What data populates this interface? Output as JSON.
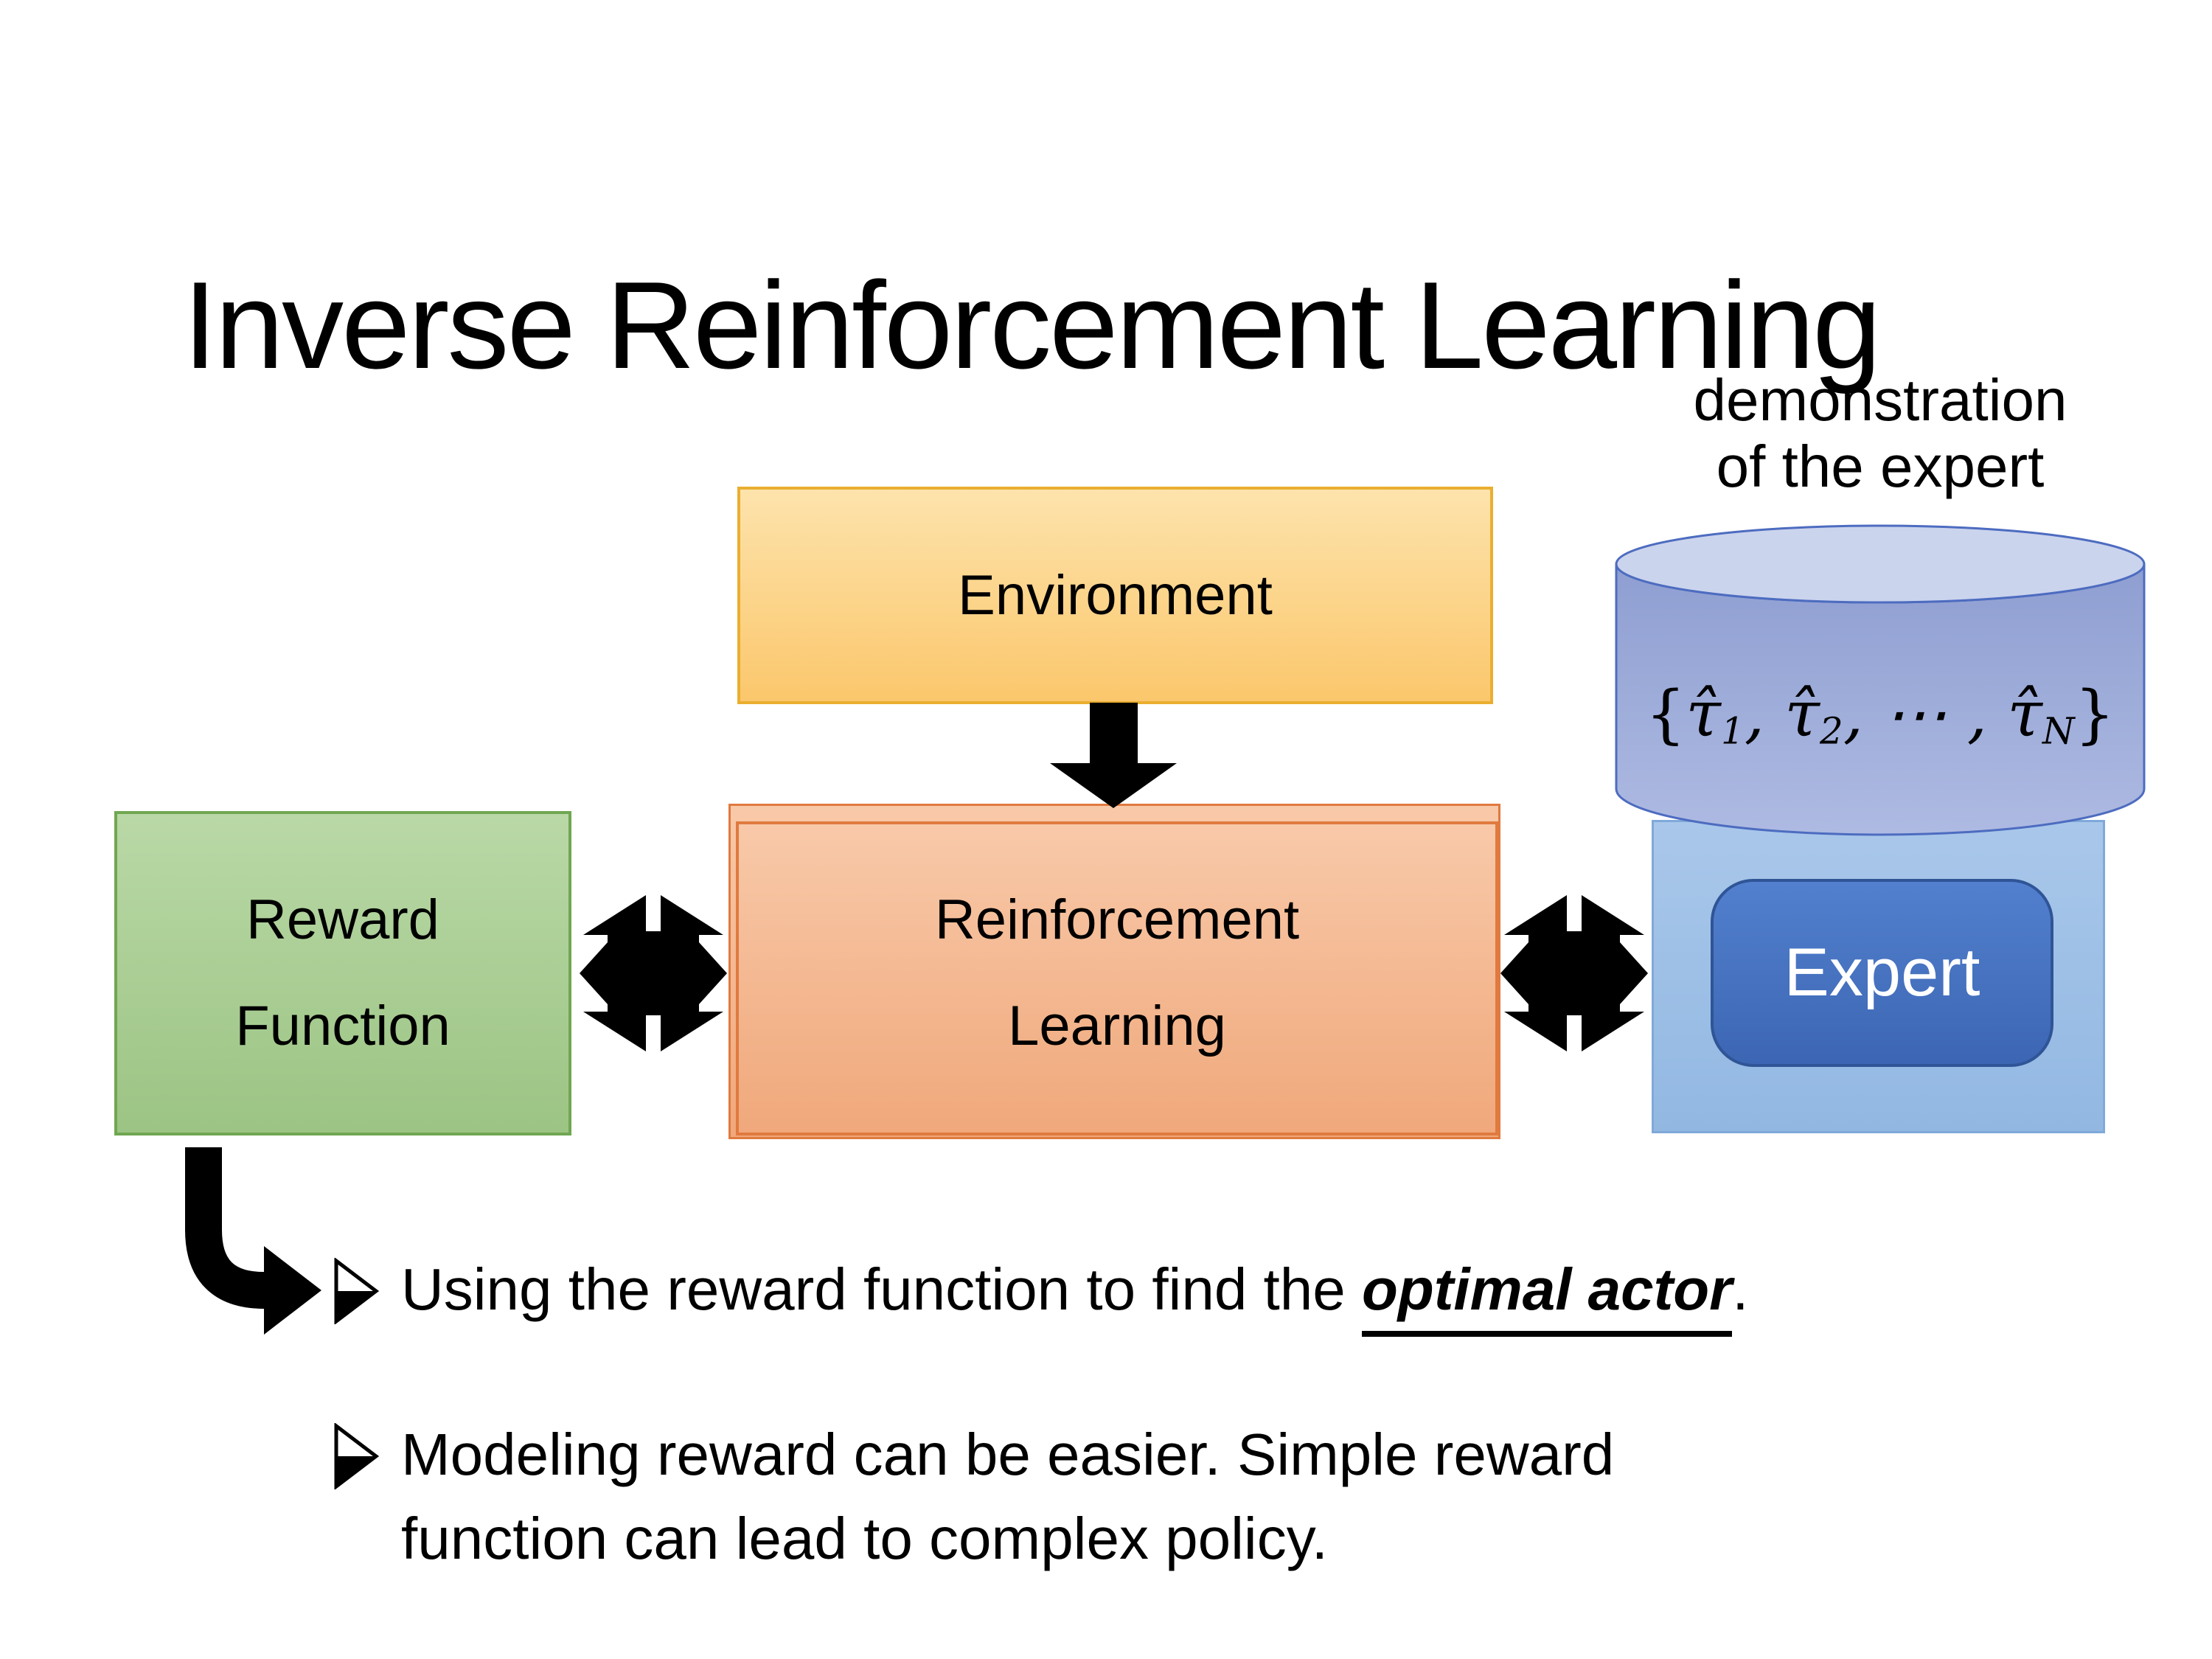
{
  "slide_title": "Inverse Reinforcement Learning",
  "diagram": {
    "environment_label": "Environment",
    "reward_line1": "Reward",
    "reward_line2": "Function",
    "rl_line1": "Reinforcement",
    "rl_line2": "Learning",
    "expert_label": "Expert",
    "demo_line1": "demonstration",
    "demo_line2": "of the expert",
    "trajectory_set": {
      "open_brace": "{",
      "tau1": "τ̂",
      "sub1": "1",
      "sep1": ", ",
      "tau2": "τ̂",
      "sub2": "2",
      "sep2": ", ⋯ , ",
      "tauN": "τ̂",
      "subN": "N",
      "close_brace": "}"
    }
  },
  "bullets": {
    "b1_pre": "Using the reward function to find the ",
    "b1_emphasis": "optimal actor",
    "b1_post": ".",
    "b2_line1": "Modeling reward can be easier. Simple reward",
    "b2_line2": "function can lead to complex policy."
  },
  "colors": {
    "text_black": "#000000",
    "env_fill_top": "#FDE3AC",
    "env_fill_bottom": "#FBC76C",
    "env_border": "#EAAE30",
    "reward_fill_top": "#B9D8A6",
    "reward_fill_bottom": "#9CC484",
    "reward_border": "#70A751",
    "rl_fill_top": "#F8C9A9",
    "rl_fill_bottom": "#F0A87B",
    "rl_border": "#E07A3F",
    "panel_fill_top": "#A9C7EA",
    "panel_fill_bottom": "#92B8E2",
    "panel_border": "#7FA9D9",
    "expert_fill_top": "#5280CE",
    "expert_fill_bottom": "#3C66B3",
    "expert_border": "#2F5597",
    "expert_text": "#FFFFFF",
    "cylinder_top": "#CBD4ED",
    "cylinder_body_top": "#8E9ED1",
    "cylinder_body_bottom": "#AEBAE2",
    "cylinder_border": "#4D6CC0",
    "arrow_black": "#000000"
  }
}
